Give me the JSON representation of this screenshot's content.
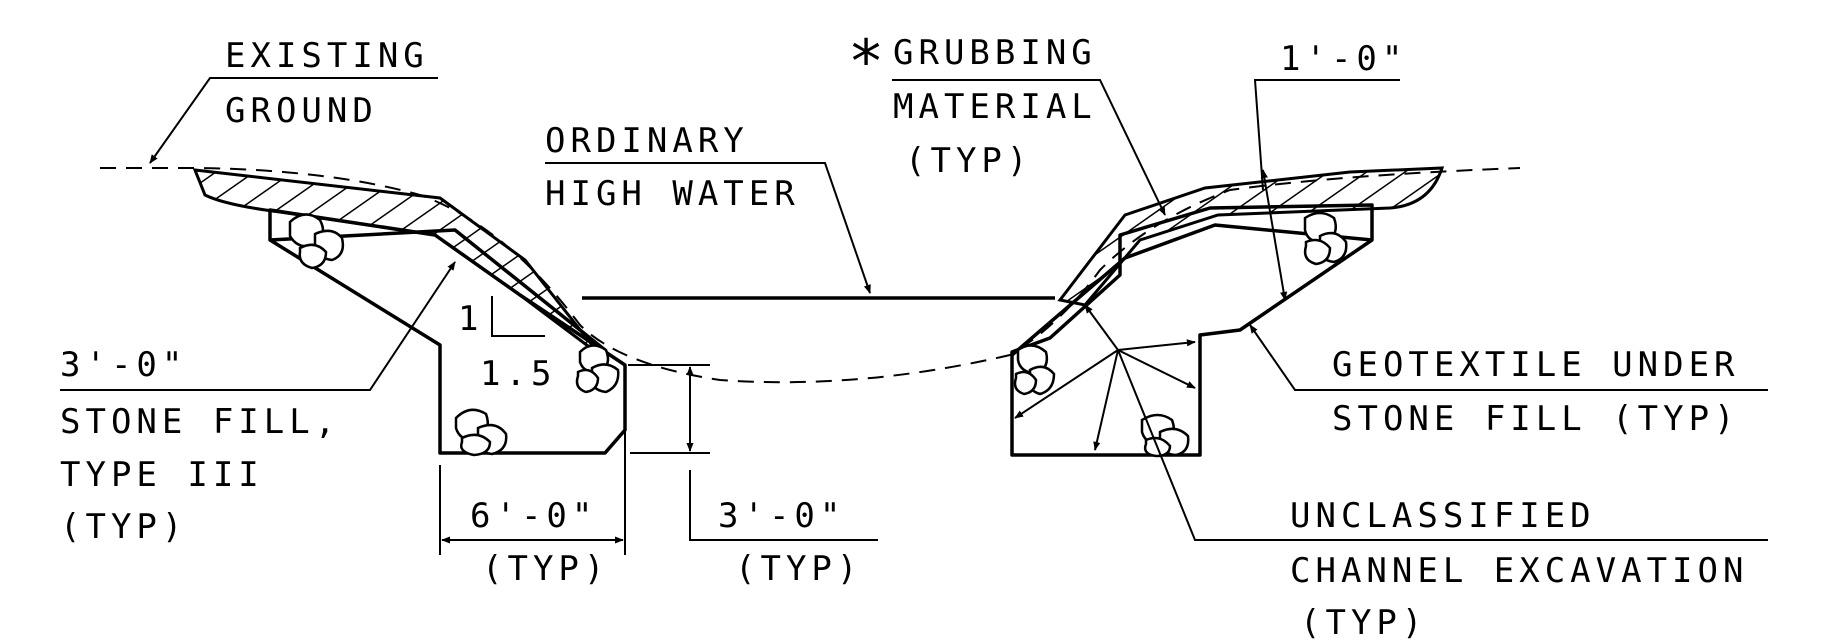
{
  "labels": {
    "existing_ground_1": "EXISTING",
    "existing_ground_2": "GROUND",
    "asterisk": "*",
    "grubbing_1": "GRUBBING",
    "grubbing_2": "MATERIAL",
    "grubbing_3": "(TYP)",
    "one_foot": "1'-0\"",
    "ohw_1": "ORDINARY",
    "ohw_2": "HIGH WATER",
    "slope_rise": "1",
    "slope_run": "1.5",
    "stone_thk": "3'-0\"",
    "stone_fill_1": "STONE FILL,",
    "stone_fill_2": "TYPE III",
    "stone_fill_3": "(TYP)",
    "width_dim_1": "6'-0\"",
    "width_dim_2": "(TYP)",
    "depth_dim_1": "3'-0\"",
    "depth_dim_2": "(TYP)",
    "geotextile_1": "GEOTEXTILE UNDER",
    "geotextile_2": "STONE FILL (TYP)",
    "excavation_1": "UNCLASSIFIED",
    "excavation_2": "CHANNEL EXCAVATION",
    "excavation_3": "(TYP)"
  }
}
